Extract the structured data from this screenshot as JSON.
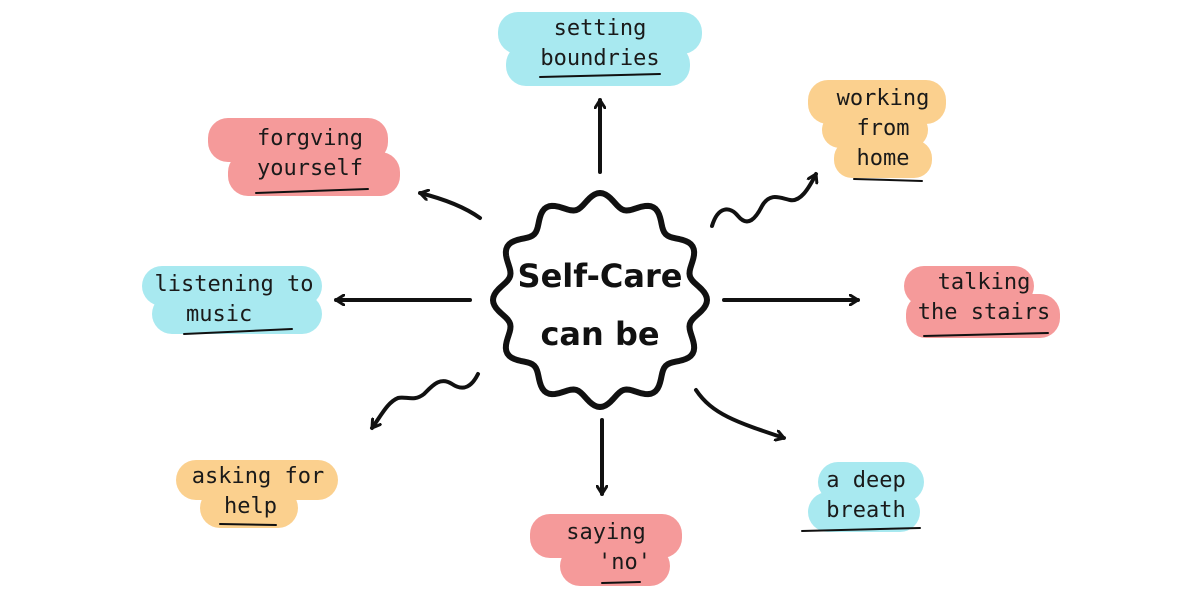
{
  "center": {
    "line1": "Self-Care",
    "line2": "can be"
  },
  "colors": {
    "blue": "#a8e9f0",
    "pink": "#f59a9a",
    "orange": "#fbd08e",
    "ink": "#111111"
  },
  "nodes": {
    "setting_boundries": {
      "line1": "setting",
      "line2": "boundries"
    },
    "working_from_home": {
      "line1": "working",
      "line2": "from",
      "line3": "home"
    },
    "forgiving_yourself": {
      "line1": "forgving",
      "line2": "yourself"
    },
    "listening_to_music": {
      "line1": "listening to",
      "line2": "music"
    },
    "talking_the_stairs": {
      "line1": "talking",
      "line2": "the stairs"
    },
    "asking_for_help": {
      "line1": "asking for",
      "line2": "help"
    },
    "saying_no": {
      "line1": "saying",
      "line2": "'no'"
    },
    "a_deep_breath": {
      "line1": "a deep",
      "line2": "breath"
    }
  }
}
